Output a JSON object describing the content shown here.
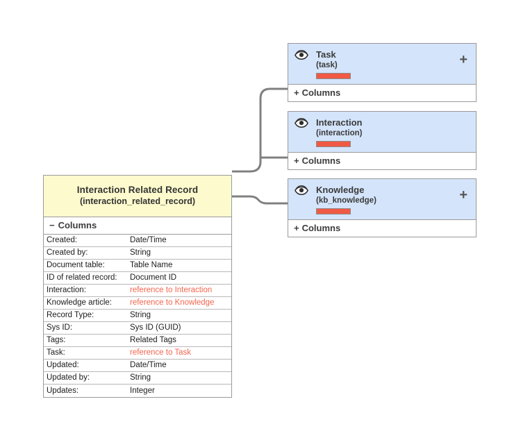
{
  "theme": {
    "background": "#ffffff",
    "entity_header_bg": "#fdfbcd",
    "card_bg": "#d4e4fa",
    "bar_color": "#f05a44",
    "reference_text_color": "#f4654e",
    "border_color": "#9a9a9a",
    "connector_color": "#808080"
  },
  "entity": {
    "title": "Interaction Related Record",
    "subtitle": "(interaction_related_record)",
    "collapse_label": "Columns",
    "collapse_glyph": "−",
    "columns": [
      {
        "name": "Created:",
        "type": "Date/Time",
        "is_reference": false
      },
      {
        "name": "Created by:",
        "type": "String",
        "is_reference": false
      },
      {
        "name": "Document table:",
        "type": "Table Name",
        "is_reference": false
      },
      {
        "name": "ID of related record:",
        "type": "Document ID",
        "is_reference": false
      },
      {
        "name": "Interaction:",
        "type": "reference to Interaction",
        "is_reference": true
      },
      {
        "name": "Knowledge article:",
        "type": "reference to Knowledge",
        "is_reference": true
      },
      {
        "name": "Record Type:",
        "type": "String",
        "is_reference": false
      },
      {
        "name": "Sys ID:",
        "type": "Sys ID (GUID)",
        "is_reference": false
      },
      {
        "name": "Tags:",
        "type": "Related Tags",
        "is_reference": false
      },
      {
        "name": "Task:",
        "type": "reference to Task",
        "is_reference": true
      },
      {
        "name": "Updated:",
        "type": "Date/Time",
        "is_reference": false
      },
      {
        "name": "Updated by:",
        "type": "String",
        "is_reference": false
      },
      {
        "name": "Updates:",
        "type": "Integer",
        "is_reference": false
      }
    ]
  },
  "related_cards": [
    {
      "id": "task",
      "title": "Task",
      "subtitle": "(task)",
      "icon": "eye-icon",
      "bar_fill_percent": 100,
      "has_add_button": true,
      "add_label": "+",
      "footer_label": "Columns",
      "footer_glyph": "+"
    },
    {
      "id": "interaction",
      "title": "Interaction",
      "subtitle": "(interaction)",
      "icon": "eye-icon",
      "bar_fill_percent": 100,
      "has_add_button": false,
      "add_label": "+",
      "footer_label": "Columns",
      "footer_glyph": "+"
    },
    {
      "id": "knowledge",
      "title": "Knowledge",
      "subtitle": "(kb_knowledge)",
      "icon": "eye-icon",
      "bar_fill_percent": 100,
      "has_add_button": true,
      "add_label": "+",
      "footer_label": "Columns",
      "footer_glyph": "+"
    }
  ]
}
